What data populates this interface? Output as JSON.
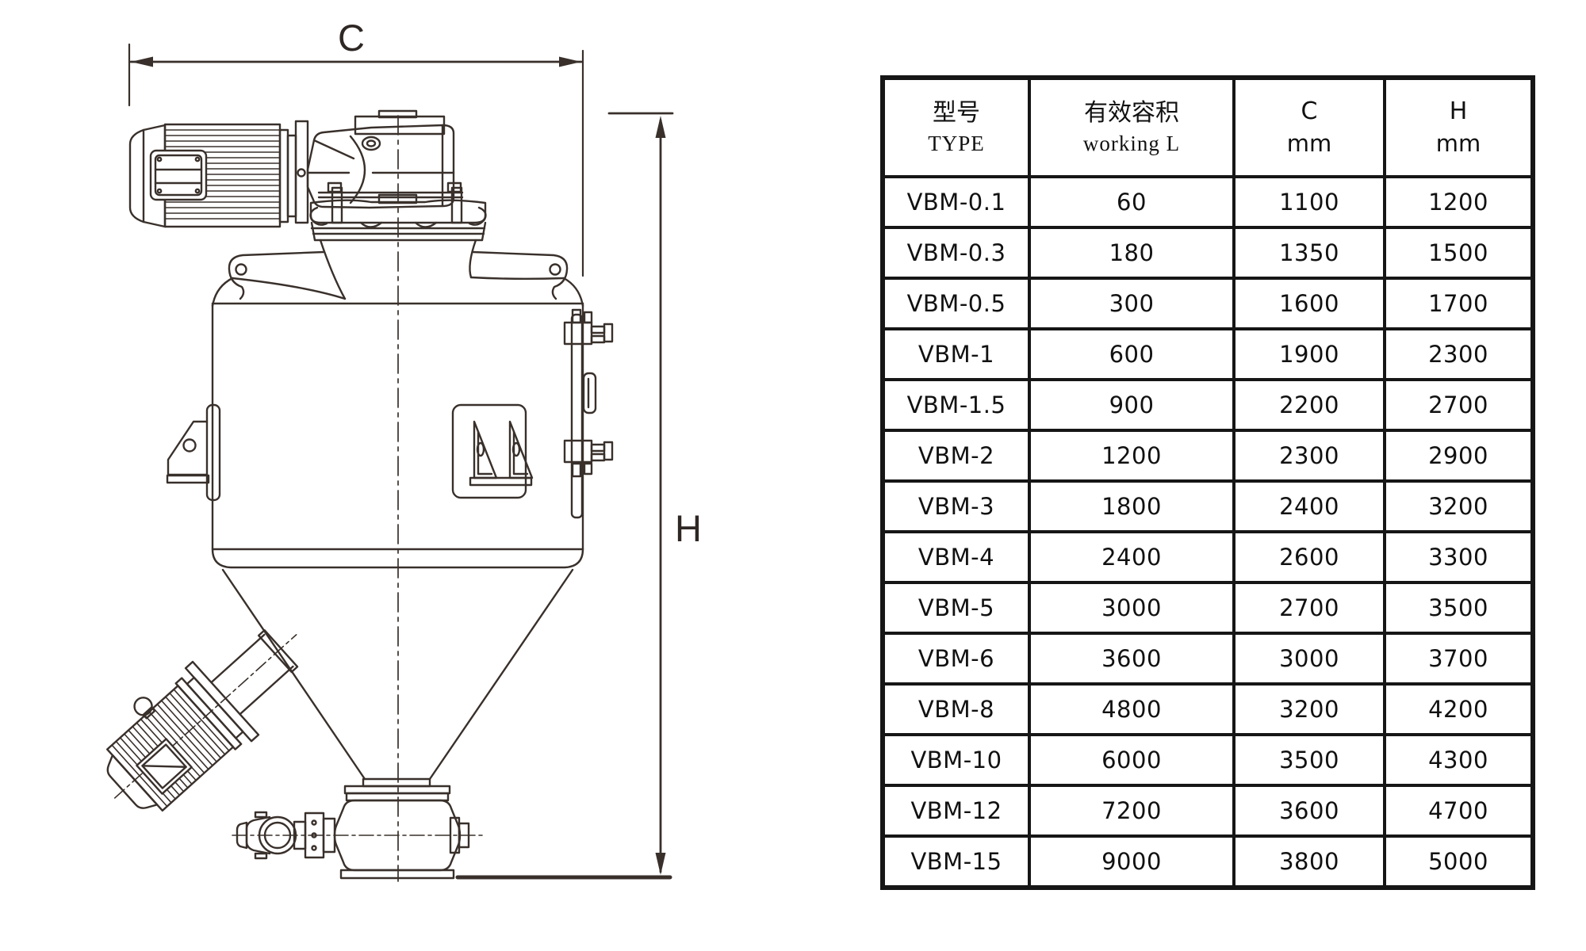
{
  "diagram": {
    "dim_width_label": "C",
    "dim_height_label": "H",
    "line_color": "#39302b"
  },
  "table": {
    "border_color": "#161616",
    "text_color": "#111111",
    "headers": [
      {
        "line1": "型号",
        "line2": "TYPE"
      },
      {
        "line1": "有效容积",
        "line2": "working L"
      },
      {
        "line1": "C",
        "line2": "mm"
      },
      {
        "line1": "H",
        "line2": "mm"
      }
    ],
    "rows": [
      [
        "VBM-0.1",
        "60",
        "1100",
        "1200"
      ],
      [
        "VBM-0.3",
        "180",
        "1350",
        "1500"
      ],
      [
        "VBM-0.5",
        "300",
        "1600",
        "1700"
      ],
      [
        "VBM-1",
        "600",
        "1900",
        "2300"
      ],
      [
        "VBM-1.5",
        "900",
        "2200",
        "2700"
      ],
      [
        "VBM-2",
        "1200",
        "2300",
        "2900"
      ],
      [
        "VBM-3",
        "1800",
        "2400",
        "3200"
      ],
      [
        "VBM-4",
        "2400",
        "2600",
        "3300"
      ],
      [
        "VBM-5",
        "3000",
        "2700",
        "3500"
      ],
      [
        "VBM-6",
        "3600",
        "3000",
        "3700"
      ],
      [
        "VBM-8",
        "4800",
        "3200",
        "4200"
      ],
      [
        "VBM-10",
        "6000",
        "3500",
        "4300"
      ],
      [
        "VBM-12",
        "7200",
        "3600",
        "4700"
      ],
      [
        "VBM-15",
        "9000",
        "3800",
        "5000"
      ]
    ]
  }
}
